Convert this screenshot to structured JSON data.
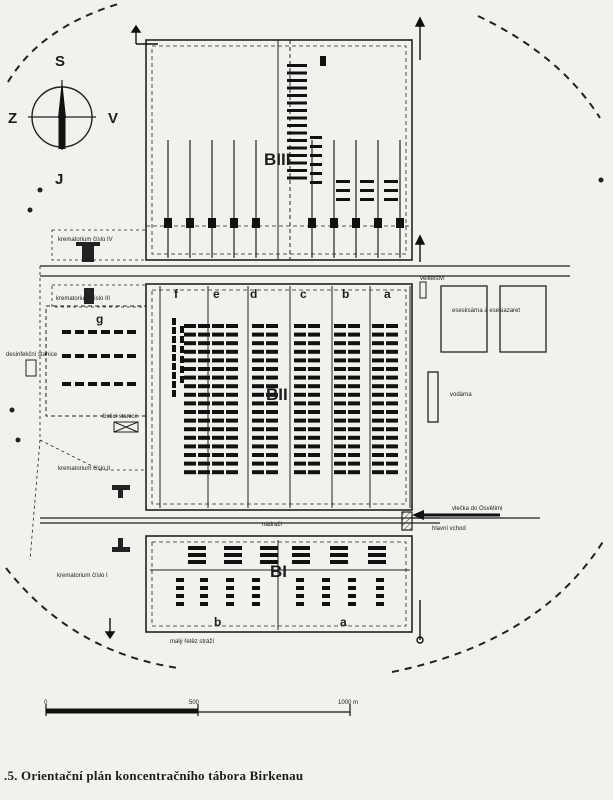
{
  "caption": ".5. Orientační plán koncentračního tábora Birkenau",
  "compass": {
    "north": "S",
    "south": "J",
    "west": "Z",
    "east": "V"
  },
  "sections": {
    "b1": "BI",
    "b2": "BII",
    "b3": "BIII"
  },
  "b2_subcamps": [
    "f",
    "e",
    "d",
    "c",
    "b",
    "a"
  ],
  "b1_subcamps": [
    "b",
    "a"
  ],
  "sector_g": "g",
  "labels": {
    "crematorium_4": "krematorium číslo IV",
    "crematorium_3": "krematorium číslo III",
    "crematorium_2": "krematorium číslo II",
    "crematorium_1": "krematorium číslo I",
    "disinfection": "desinfekční stanice",
    "cleaning": "čisticí stanice",
    "command": "velitelství",
    "barracks": "esesksárna a esesiazaret",
    "waterworks": "vodárna",
    "railway_station": "nádraží",
    "rail_to_oswiecim": "vlečka do Osvětimi",
    "main_gate": "hlavní vchod",
    "small_chain": "malý řetěz stráží"
  },
  "scale": {
    "ticks": [
      "0",
      "500",
      "1000 m"
    ]
  }
}
